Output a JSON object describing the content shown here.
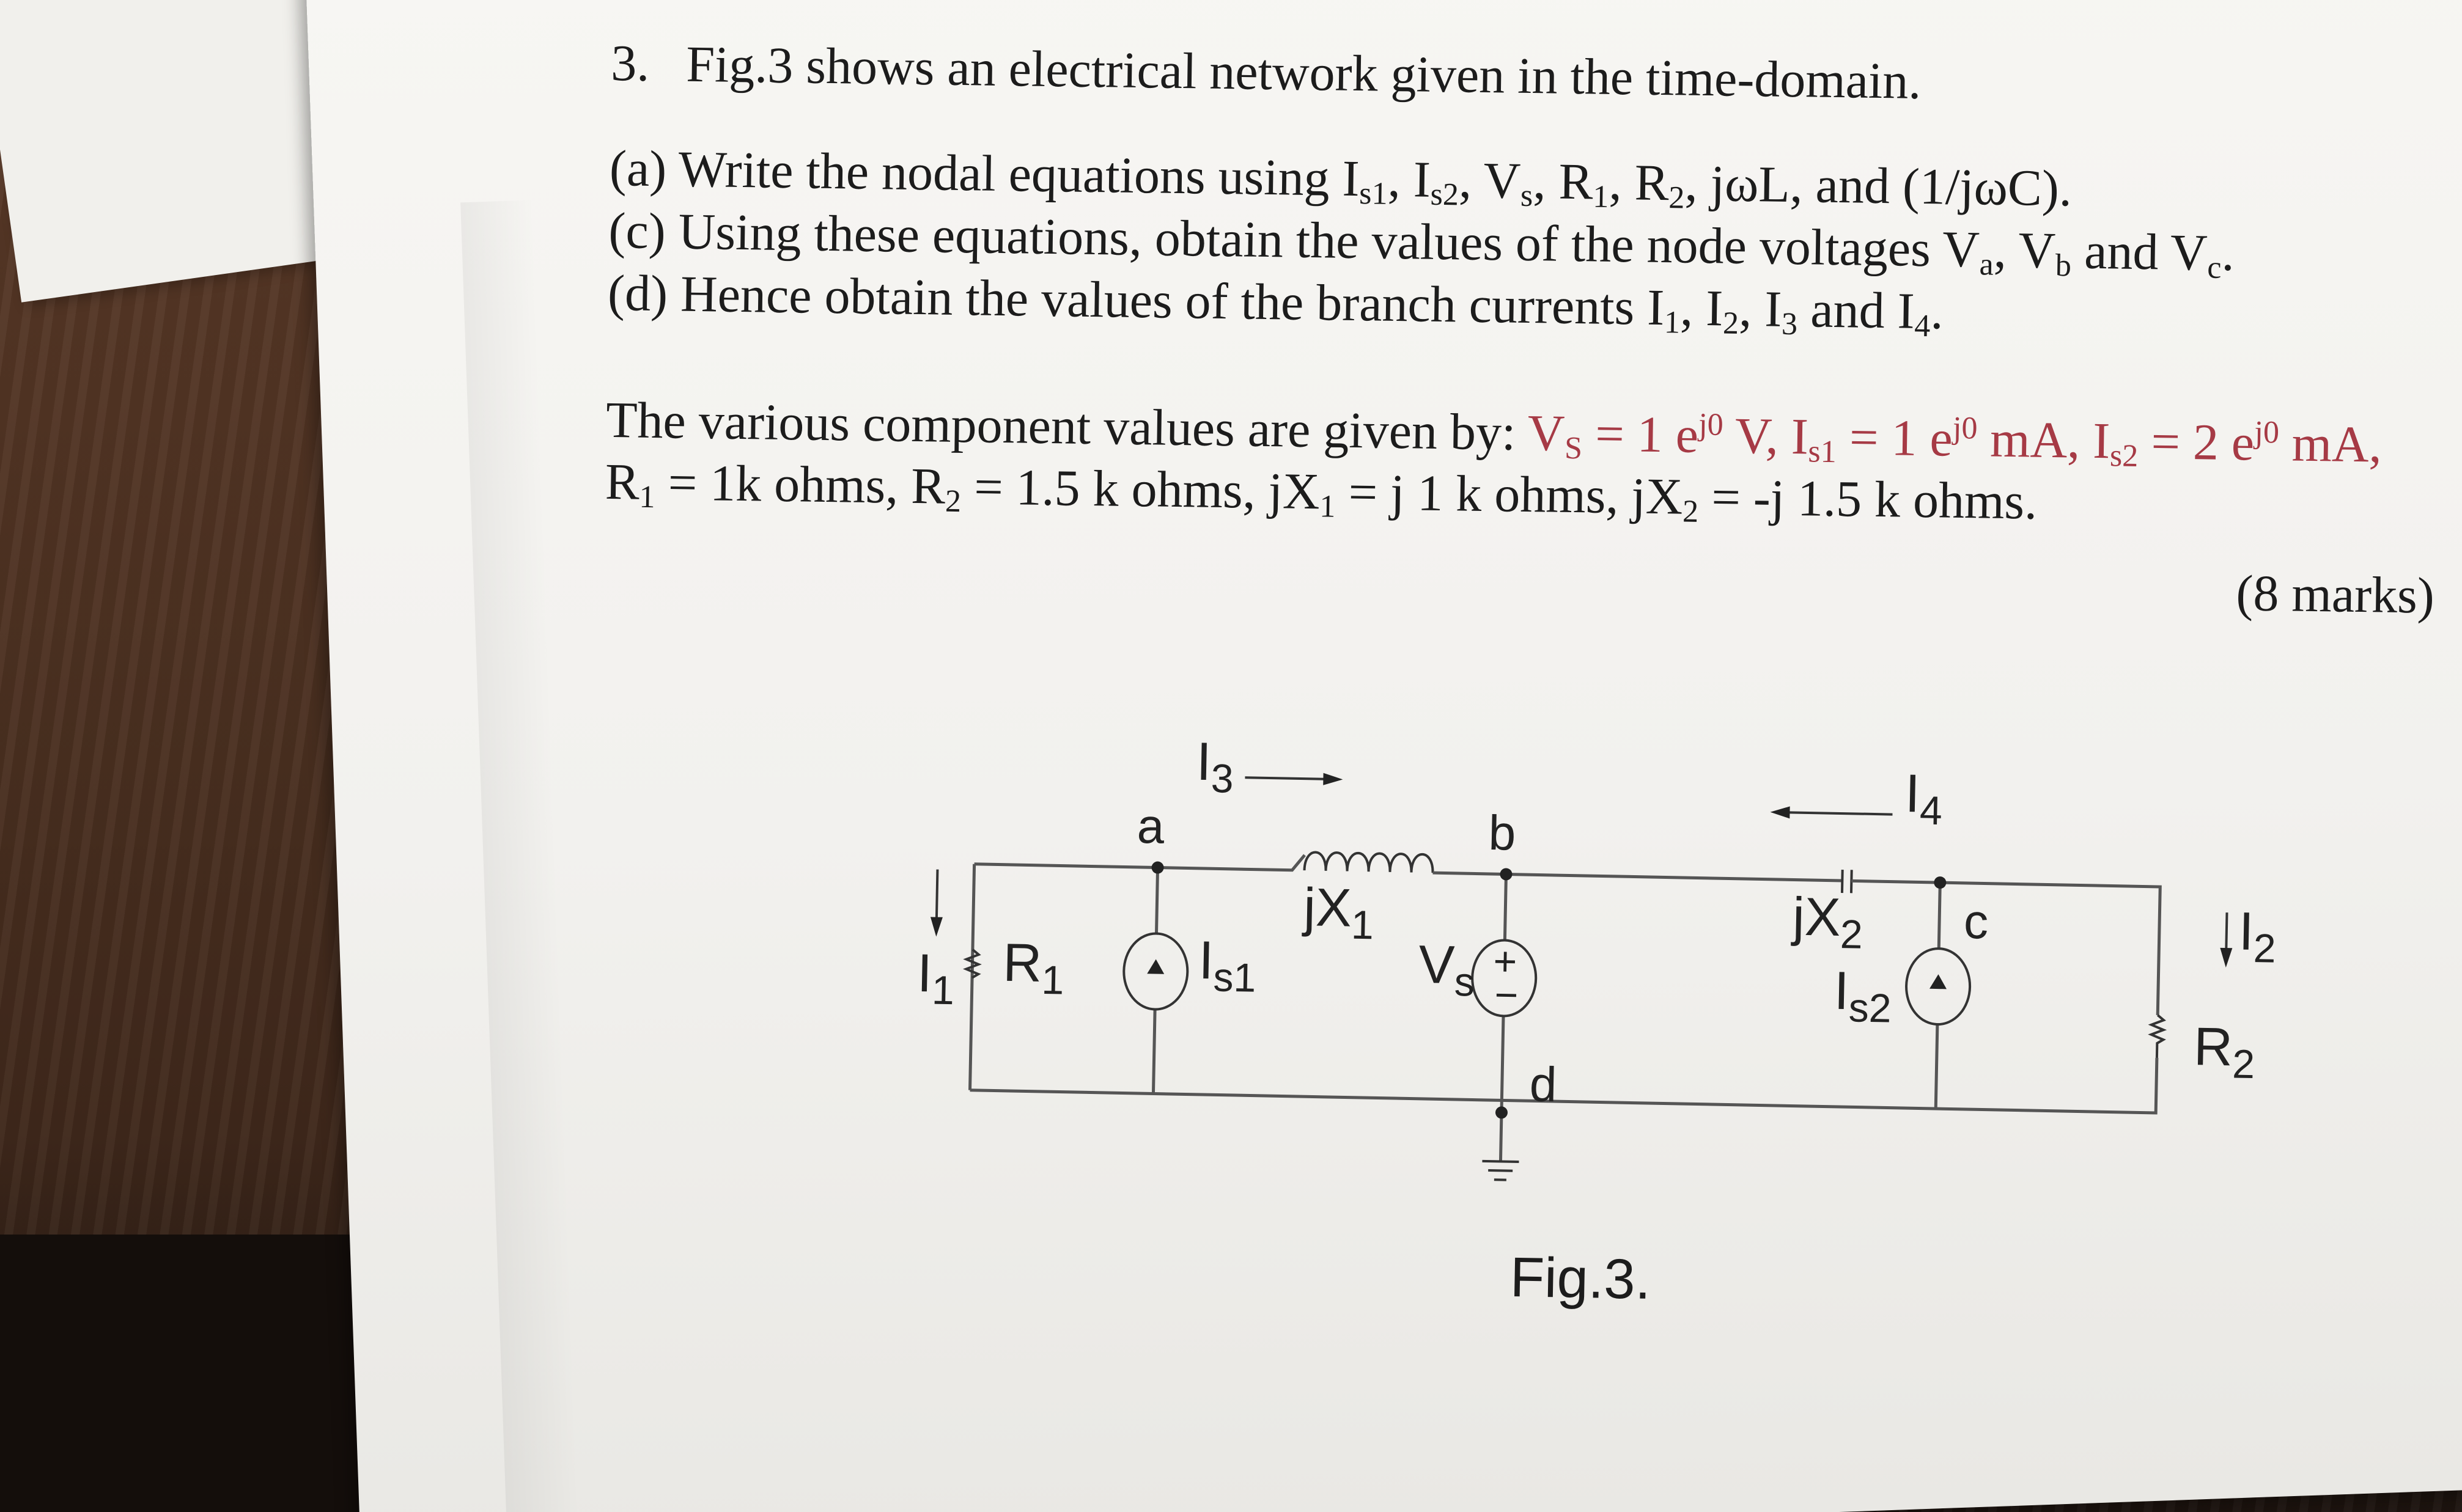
{
  "question": {
    "number": "3.",
    "statement": "Fig.3 shows an electrical network given in the time-domain.",
    "parts": [
      {
        "label": "(a)",
        "segments": [
          "Write the nodal equations using I",
          "s1",
          ", I",
          "s2",
          ", V",
          "s",
          ", R",
          "1",
          ", R",
          "2",
          ", jωL,  and (1/jωC)."
        ]
      },
      {
        "label": "(c)",
        "segments": [
          "Using these equations, obtain the values of the node voltages V",
          "a",
          ", V",
          "b",
          " and V",
          "c",
          "."
        ]
      },
      {
        "label": "(d)",
        "segments": [
          "Hence obtain the values of the branch currents I",
          "1",
          ", I",
          "2",
          ", I",
          "3",
          " and I",
          "4",
          "."
        ]
      }
    ],
    "values_intro": "The various component values are given by:",
    "values_red": [
      "V",
      "S",
      " = 1 e",
      "j0",
      " V, I",
      "s1",
      " = 1 e",
      "j0",
      " mA, I",
      "s2",
      " = 2 e",
      "j0",
      " mA,"
    ],
    "values_rest": [
      "R",
      "1",
      " = 1k ohms, R",
      "2",
      " = 1.5 k ohms, jX",
      "1",
      " = j 1 k ohms, jX",
      "2",
      "  = -j 1.5 k ohms."
    ],
    "marks": "(8 marks)"
  },
  "figure": {
    "caption": "Fig.3.",
    "nodes": {
      "a": "a",
      "b": "b",
      "c": "c",
      "d": "d"
    },
    "labels": {
      "I1": {
        "main": "I",
        "sub": "1"
      },
      "I2": {
        "main": "I",
        "sub": "2"
      },
      "I3": {
        "main": "I",
        "sub": "3"
      },
      "I4": {
        "main": "I",
        "sub": "4"
      },
      "R1": {
        "main": "R",
        "sub": "1"
      },
      "R2": {
        "main": "R",
        "sub": "2"
      },
      "jX1": {
        "main": "jX",
        "sub": "1"
      },
      "jX2": {
        "main": "jX",
        "sub": "2"
      },
      "Is1": {
        "main": "I",
        "sub": "s1"
      },
      "Is2": {
        "main": "I",
        "sub": "s2"
      },
      "Vs": {
        "main": "V",
        "sub": "s"
      },
      "plus": "+",
      "minus": "−"
    }
  }
}
